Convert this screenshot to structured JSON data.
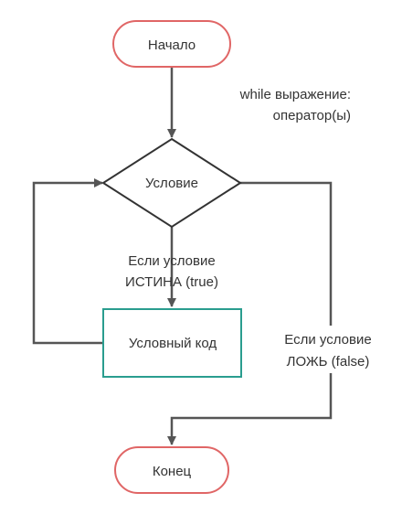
{
  "colors": {
    "terminal_border": "#e06666",
    "process_border": "#2a9d8f",
    "line": "#555555",
    "text": "#333333"
  },
  "nodes": {
    "start": "Начало",
    "condition": "Условие",
    "body": "Условный код",
    "end": "Конец"
  },
  "syntax": {
    "line1": "while выражение:",
    "line2": "оператор(ы)"
  },
  "branches": {
    "true_line1": "Если условие",
    "true_line2": "ИСТИНА (true)",
    "false_line1": "Если условие",
    "false_line2": "ЛОЖЬ (false)"
  }
}
